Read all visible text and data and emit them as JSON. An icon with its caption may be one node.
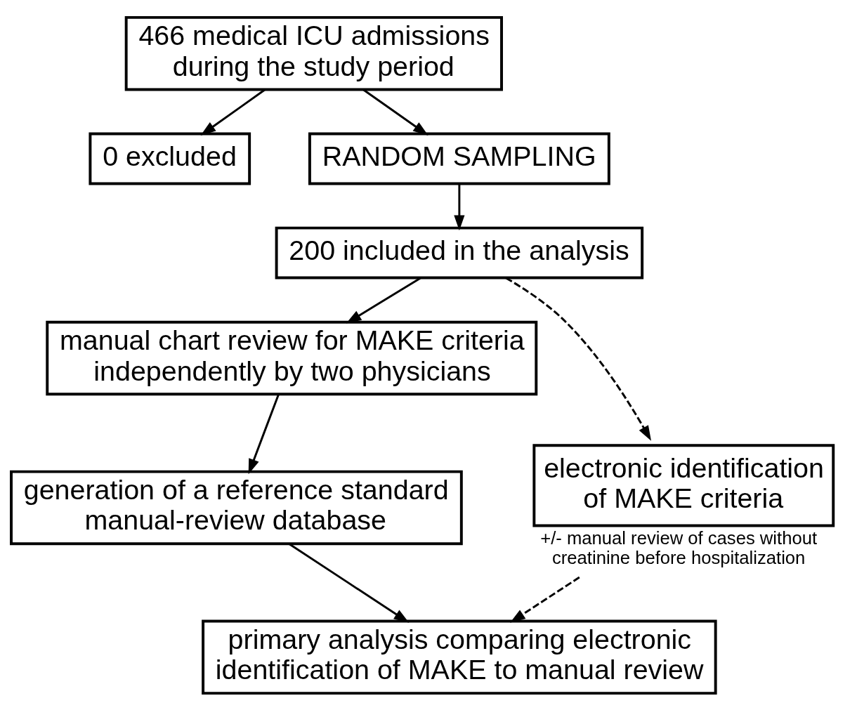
{
  "diagram": {
    "nodes": [
      {
        "text": [
          "466 medical ICU admissions during the study period"
        ]
      },
      {
        "text": [
          "0 excluded"
        ]
      },
      {
        "text": [
          "RANDOM SAMPLING"
        ]
      },
      {
        "text": [
          "200 included in the analysis"
        ]
      },
      {
        "text": [
          "manual chart review for MAKE criteria independently by two physicians"
        ]
      },
      {
        "text": [
          "electronic identification of MAKE criteria"
        ],
        "beside": [
          "+/- manual review of cases without creatinine before hospitalization"
        ]
      },
      {
        "text": [
          "generation of a reference standard manual-review database"
        ]
      },
      {
        "text": [
          "primary analysis comparing electronic identification of MAKE to manual review"
        ]
      }
    ],
    "edges": [
      {
        "from": 0,
        "to": 2,
        "arrow": "to"
      },
      {
        "from": 0,
        "to": 1,
        "arrow": "to"
      },
      {
        "from": 2,
        "to": 3,
        "arrow": "to"
      },
      {
        "from": 3,
        "to": 4,
        "arrow": "to"
      },
      {
        "from": 3,
        "to": 5,
        "arrow": "to",
        "style": "dashed"
      },
      {
        "from": 4,
        "to": 6,
        "arrow": "to"
      },
      {
        "from": 6,
        "to": 7,
        "arrow": "to"
      },
      {
        "from": 5,
        "to": 7,
        "arrow": "to",
        "style": "dashed"
      }
    ]
  }
}
